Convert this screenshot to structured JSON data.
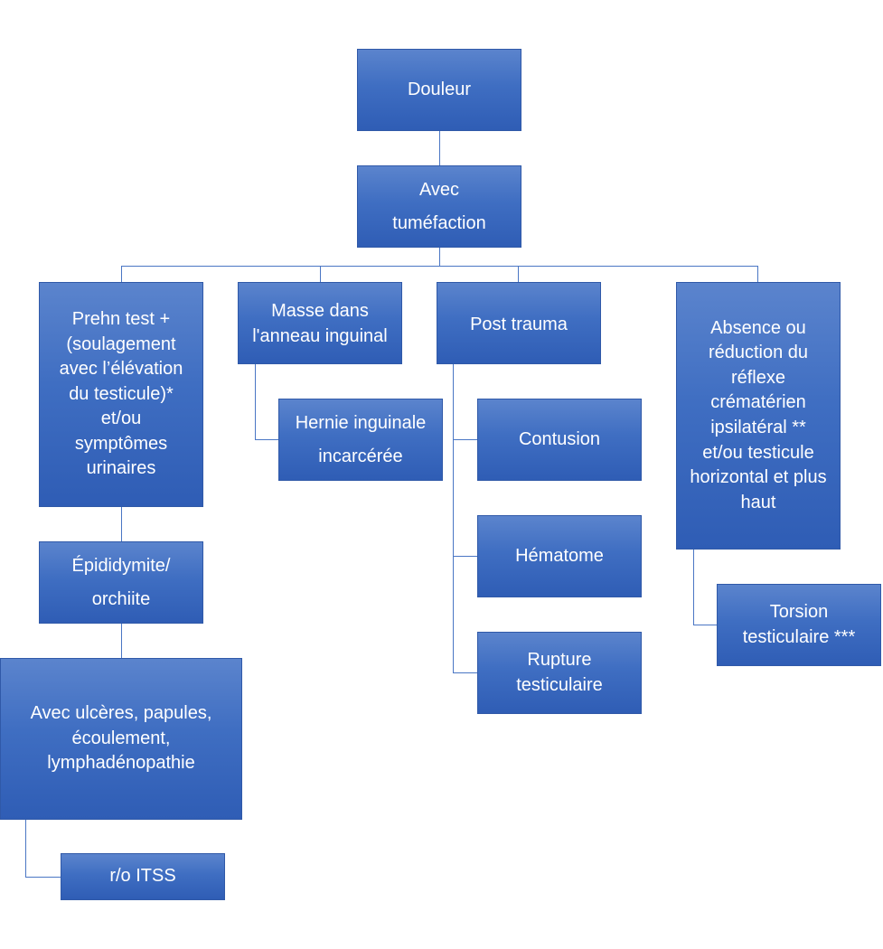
{
  "diagram": {
    "nodes": {
      "douleur": "Douleur",
      "avec_tumefaction": "Avec\ntuméfaction",
      "prehn": "Prehn test +\n(soulagement\navec l’élévation\ndu testicule)*\net/ou\nsymptômes\nurinaires",
      "masse": "Masse dans\nl'anneau inguinal",
      "post_trauma": "Post trauma",
      "absence": "Absence ou\nréduction du\nréflexe\ncrématérien\nipsilatéral **\net/ou testicule\nhorizontal et plus\nhaut",
      "hernie": "Hernie inguinale\nincarcérée",
      "contusion": "Contusion",
      "hematome": "Hématome",
      "rupture": "Rupture\ntesticulaire",
      "torsion": "Torsion\ntesticulaire ***",
      "epididymite": "Épididymite/\norchiite",
      "ulceres": "Avec ulcères, papules,\nécoulement,\nlymphadénopathie",
      "itss": "r/o ITSS"
    },
    "colors": {
      "box_top": "#5b84cd",
      "box_bottom": "#2f5db5",
      "connector": "#4a76c4",
      "text": "#ffffff"
    }
  }
}
